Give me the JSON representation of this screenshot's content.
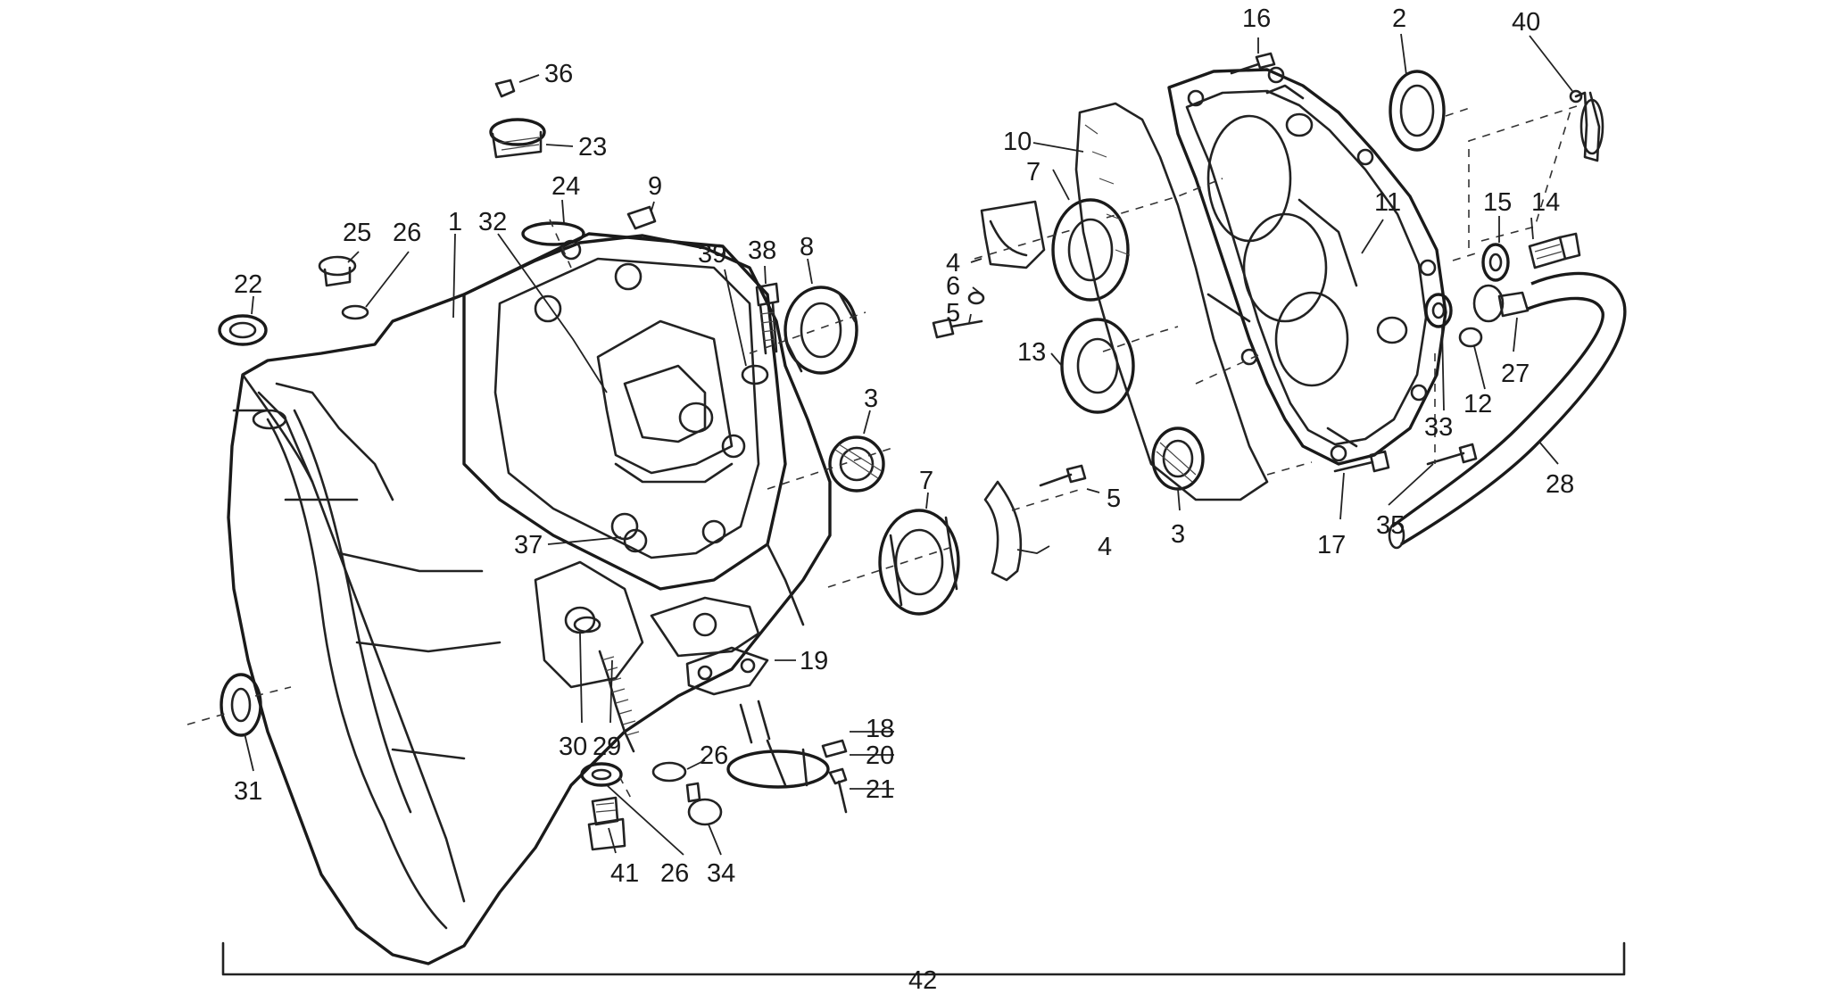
{
  "diagram": {
    "labels": [
      {
        "id": "36",
        "text": "36"
      },
      {
        "id": "23",
        "text": "23"
      },
      {
        "id": "24",
        "text": "24"
      },
      {
        "id": "9",
        "text": "9"
      },
      {
        "id": "25",
        "text": "25"
      },
      {
        "id": "26a",
        "text": "26"
      },
      {
        "id": "1",
        "text": "1"
      },
      {
        "id": "32",
        "text": "32"
      },
      {
        "id": "22",
        "text": "22"
      },
      {
        "id": "39",
        "text": "39"
      },
      {
        "id": "38",
        "text": "38"
      },
      {
        "id": "8",
        "text": "8"
      },
      {
        "id": "3a",
        "text": "3"
      },
      {
        "id": "37",
        "text": "37"
      },
      {
        "id": "7a",
        "text": "7"
      },
      {
        "id": "4a",
        "text": "4"
      },
      {
        "id": "6",
        "text": "6"
      },
      {
        "id": "5a",
        "text": "5"
      },
      {
        "id": "10",
        "text": "10"
      },
      {
        "id": "7b",
        "text": "7"
      },
      {
        "id": "13",
        "text": "13"
      },
      {
        "id": "5b",
        "text": "5"
      },
      {
        "id": "4b",
        "text": "4"
      },
      {
        "id": "3b",
        "text": "3"
      },
      {
        "id": "16",
        "text": "16"
      },
      {
        "id": "2",
        "text": "2"
      },
      {
        "id": "40",
        "text": "40"
      },
      {
        "id": "11",
        "text": "11"
      },
      {
        "id": "15",
        "text": "15"
      },
      {
        "id": "14",
        "text": "14"
      },
      {
        "id": "27",
        "text": "27"
      },
      {
        "id": "12",
        "text": "12"
      },
      {
        "id": "33",
        "text": "33"
      },
      {
        "id": "28",
        "text": "28"
      },
      {
        "id": "17",
        "text": "17"
      },
      {
        "id": "35",
        "text": "35"
      },
      {
        "id": "19",
        "text": "19"
      },
      {
        "id": "18",
        "text": "18"
      },
      {
        "id": "20",
        "text": "20"
      },
      {
        "id": "21",
        "text": "21"
      },
      {
        "id": "30",
        "text": "30"
      },
      {
        "id": "29",
        "text": "29"
      },
      {
        "id": "26b",
        "text": "26"
      },
      {
        "id": "31",
        "text": "31"
      },
      {
        "id": "41",
        "text": "41"
      },
      {
        "id": "26c",
        "text": "26"
      },
      {
        "id": "34",
        "text": "34"
      },
      {
        "id": "42",
        "text": "42"
      }
    ]
  }
}
